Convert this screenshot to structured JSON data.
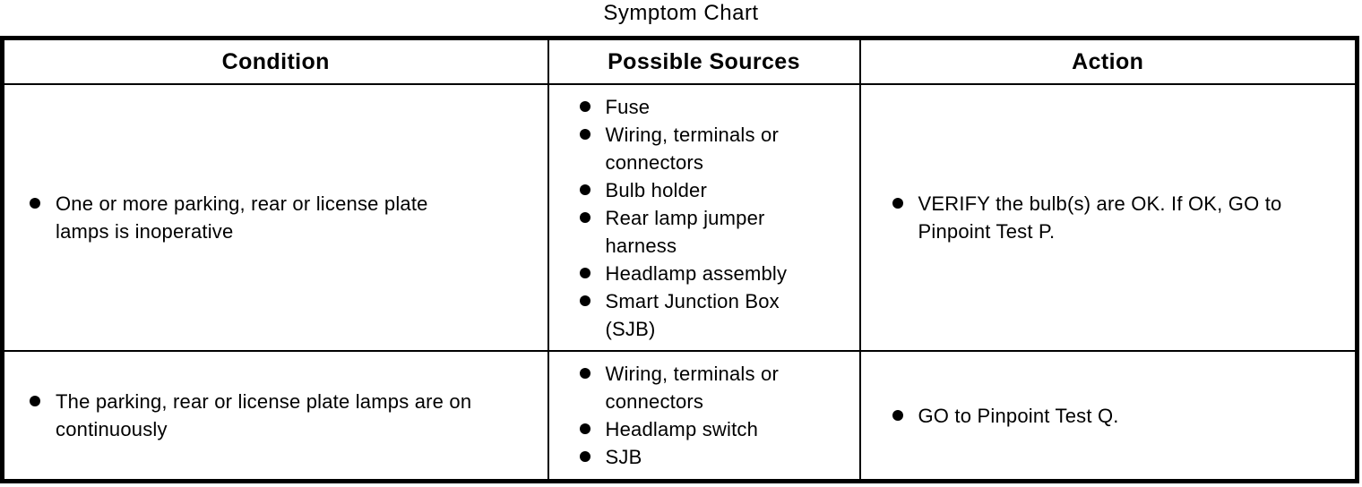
{
  "title": "Symptom Chart",
  "table": {
    "headers": {
      "condition": "Condition",
      "sources": "Possible Sources",
      "action": "Action"
    },
    "rows": [
      {
        "condition": {
          "lines": [
            "One or more parking, rear or license plate",
            "lamps is inoperative"
          ]
        },
        "sources": [
          {
            "lines": [
              "Fuse"
            ]
          },
          {
            "lines": [
              "Wiring, terminals or",
              "connectors"
            ]
          },
          {
            "lines": [
              "Bulb holder"
            ]
          },
          {
            "lines": [
              "Rear lamp jumper",
              "harness"
            ]
          },
          {
            "lines": [
              "Headlamp assembly"
            ]
          },
          {
            "lines": [
              "Smart Junction Box",
              "(SJB)"
            ]
          }
        ],
        "action": {
          "lines": [
            "VERIFY the bulb(s) are OK. If OK, GO to",
            "Pinpoint Test P."
          ]
        }
      },
      {
        "condition": {
          "lines": [
            "The parking, rear or license plate lamps are on",
            "continuously"
          ]
        },
        "sources": [
          {
            "lines": [
              "Wiring, terminals or",
              "connectors"
            ]
          },
          {
            "lines": [
              "Headlamp switch"
            ]
          },
          {
            "lines": [
              "SJB"
            ]
          }
        ],
        "action": {
          "lines": [
            "GO to Pinpoint Test Q."
          ]
        }
      }
    ]
  }
}
